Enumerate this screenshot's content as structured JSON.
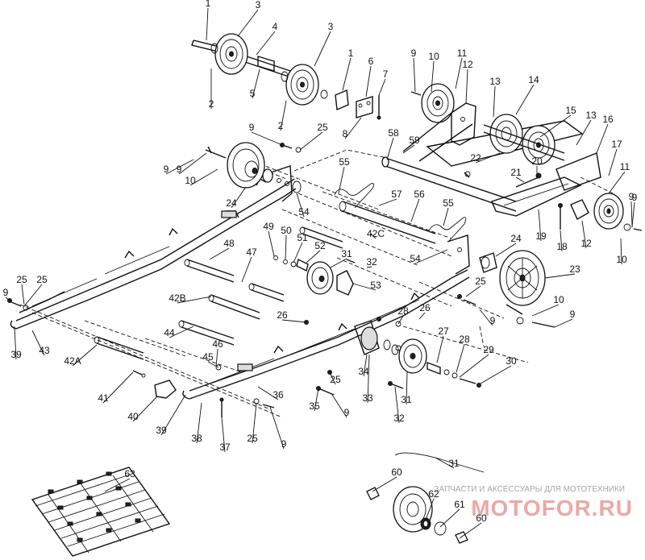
{
  "diagram": {
    "callouts": [
      "1",
      "3",
      "4",
      "3",
      "1",
      "6",
      "7",
      "2",
      "5",
      "2",
      "8",
      "9",
      "10",
      "11",
      "12",
      "13",
      "14",
      "15",
      "13",
      "16",
      "9",
      "25",
      "58",
      "59",
      "9",
      "10",
      "24",
      "55",
      "57",
      "56",
      "55",
      "17",
      "11",
      "9",
      "12",
      "10",
      "22",
      "20",
      "21",
      "19",
      "18",
      "54",
      "42C",
      "54",
      "24",
      "49",
      "50",
      "51",
      "52",
      "48",
      "47",
      "31",
      "32",
      "53",
      "23",
      "25",
      "9",
      "25",
      "42B",
      "26",
      "28",
      "26",
      "10",
      "9",
      "44",
      "27",
      "28",
      "29",
      "30",
      "42A",
      "46",
      "45",
      "34",
      "33",
      "31",
      "41",
      "40",
      "36",
      "25",
      "35",
      "9",
      "39",
      "43",
      "39",
      "38",
      "37",
      "25",
      "9",
      "32",
      "60",
      "31",
      "60",
      "62",
      "61",
      "63",
      "9",
      "25",
      "9",
      "9"
    ]
  },
  "watermark": {
    "line1": "ЗАПЧАСТИ И АКСЕССУАРЫ ДЛЯ МОТОТЕХНИКИ",
    "line2": "MOTOFOR.RU",
    "color": "#e88a8a"
  }
}
